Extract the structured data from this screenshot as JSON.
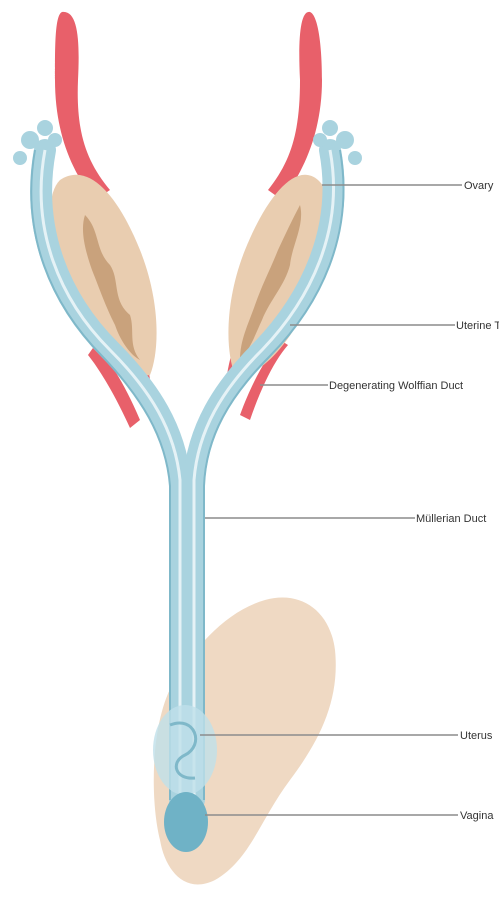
{
  "labels": {
    "label_1": "Ovary",
    "label_2": "Uterine Tube",
    "label_3": "Degenerating Wolffian Duct",
    "label_4": "Müllerian Duct",
    "label_5": "Uterus",
    "label_6": "Vagina"
  },
  "colors": {
    "duct_blue": "#a9d3df",
    "duct_blue_dark": "#7fb8c9",
    "ovary_beige": "#e9cdb0",
    "ovary_tan": "#c9a27c",
    "red": "#e8606a",
    "sinus_beige": "#efd9c3",
    "leader_line": "#8c8c8c"
  }
}
